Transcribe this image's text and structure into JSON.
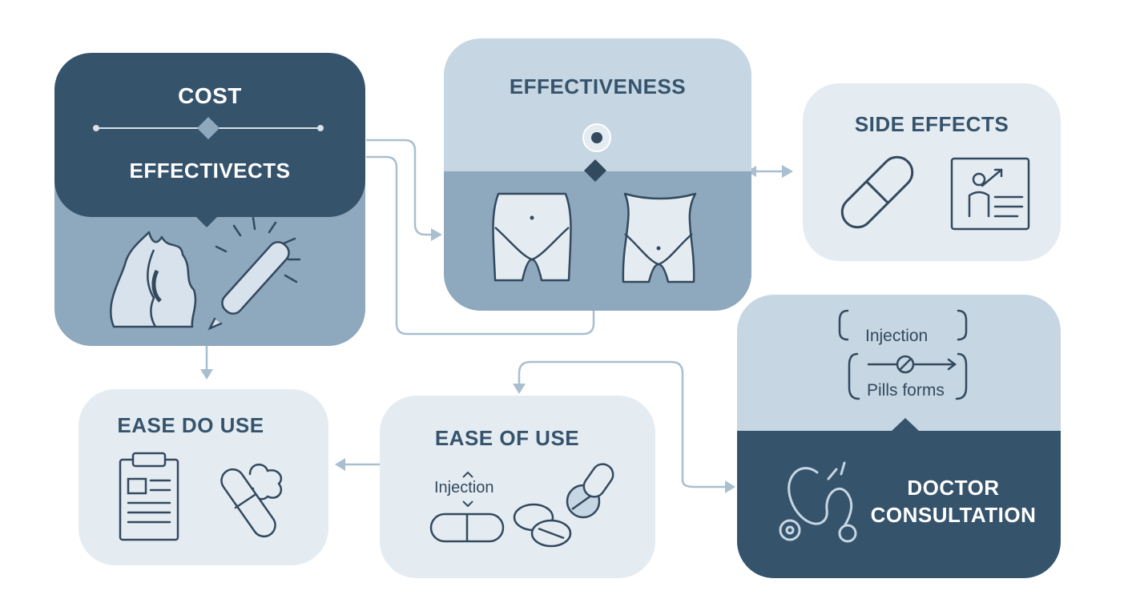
{
  "colors": {
    "dark": "#36536c",
    "mid": "#8ea8be",
    "light": "#c6d6e2",
    "pale": "#e4ecf2",
    "connector": "#a9bfd0",
    "stroke": "#33495e"
  },
  "nodes": {
    "cost": {
      "title": "COST",
      "subtitle": "EFFECTIVECTS",
      "icons": [
        "flame-figure-icon",
        "pen-injector-icon"
      ]
    },
    "effectiveness": {
      "title": "EFFECTIVENESS",
      "icons": [
        "target-icon",
        "torso-before-icon",
        "torso-after-icon"
      ]
    },
    "side_effects": {
      "title": "SIDE EFFECTS",
      "icons": [
        "capsule-icon",
        "patient-chart-icon"
      ]
    },
    "ease_left": {
      "title": "EASE DO USE",
      "icons": [
        "clipboard-icon",
        "syringe-icon"
      ]
    },
    "ease_center": {
      "title": "EASE OF USE",
      "injection_label": "Injection",
      "icons": [
        "capsule-icon",
        "tablets-icon"
      ]
    },
    "doctor": {
      "title_line1": "DOCTOR",
      "title_line2": "CONSULTATION",
      "injection_label": "Injection",
      "pills_label": "Pills forms",
      "icons": [
        "stethoscope-icon"
      ]
    }
  }
}
